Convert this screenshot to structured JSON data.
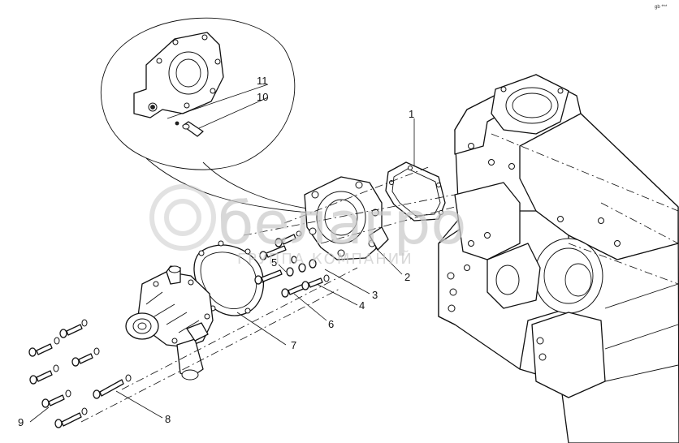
{
  "diagram": {
    "callouts": [
      {
        "id": "1",
        "label": "1"
      },
      {
        "id": "2",
        "label": "2"
      },
      {
        "id": "3",
        "label": "3"
      },
      {
        "id": "4",
        "label": "4"
      },
      {
        "id": "5",
        "label": "5"
      },
      {
        "id": "6",
        "label": "6"
      },
      {
        "id": "7",
        "label": "7"
      },
      {
        "id": "8",
        "label": "8"
      },
      {
        "id": "9",
        "label": "9"
      },
      {
        "id": "10",
        "label": "10"
      },
      {
        "id": "11",
        "label": "11"
      }
    ],
    "corner_mark": "gb ***"
  },
  "watermark": {
    "logo_text": "белагро",
    "sub_text": "ГРУППА КОМПАНИЙ"
  }
}
